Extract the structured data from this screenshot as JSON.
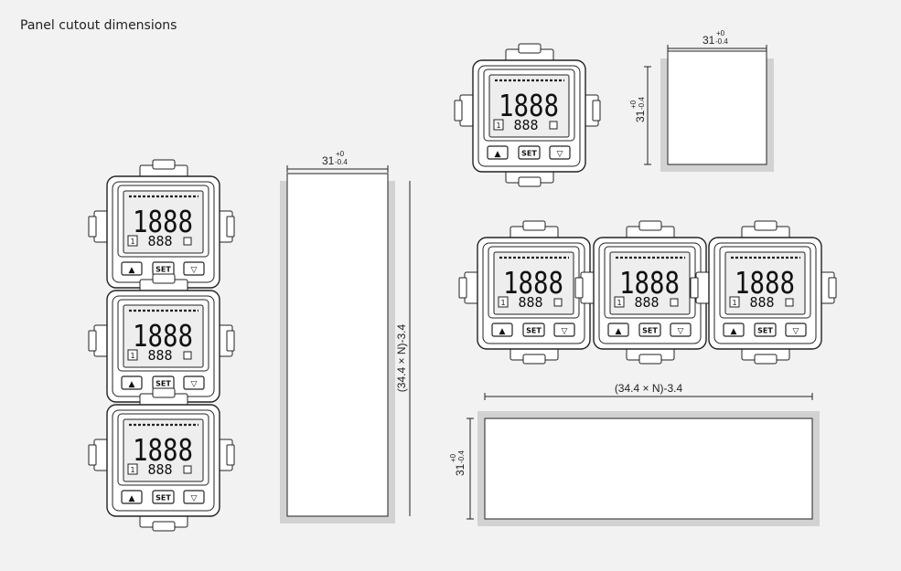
{
  "title": "Panel cutout dimensions",
  "colors": {
    "background": "#f1f2f1",
    "cutout_fill": "#ffffff",
    "cutout_shadow": "#d2d2d2",
    "line": "#222222",
    "lcd_fill": "#eeeeee"
  },
  "device": {
    "main_display": "1888",
    "sub_display": "888",
    "channel_label": "1",
    "buttons": {
      "up": "▲",
      "set": "SET",
      "down": "▽"
    }
  },
  "dimensions": {
    "width_base": "31",
    "tol_plus": "+0",
    "tol_minus": "-0.4",
    "gang_formula": "(34.4 × N)-3.4"
  }
}
